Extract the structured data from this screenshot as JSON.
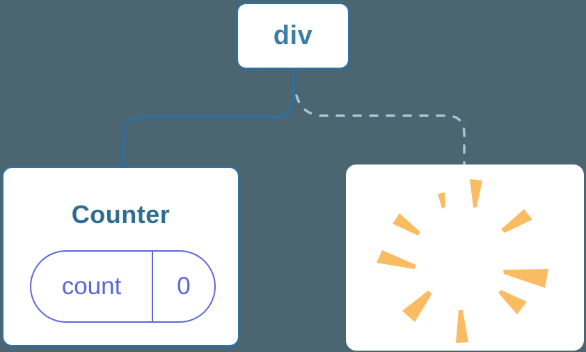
{
  "diagram": {
    "description": "React render tree: div root keeps Counter child (solid edge) while second child is removed (dashed edge, poof)",
    "root": {
      "label": "div"
    },
    "children": [
      {
        "kind": "component-card",
        "title": "Counter",
        "state": [
          {
            "key": "count",
            "value": "0"
          }
        ],
        "edge": "solid"
      },
      {
        "kind": "removed-card",
        "icon": "poof-icon",
        "edge": "dashed"
      }
    ]
  },
  "colors": {
    "background": "#4b6670",
    "card_bg": "#ffffff",
    "node_border": "#2e6f9e",
    "edge_solid": "#2e6f9e",
    "edge_dashed": "#a5c6da",
    "div_label": "#3a7dab",
    "counter_title": "#2d6e90",
    "state_pill": "#5c66d8",
    "poof": "#f9bc62"
  }
}
